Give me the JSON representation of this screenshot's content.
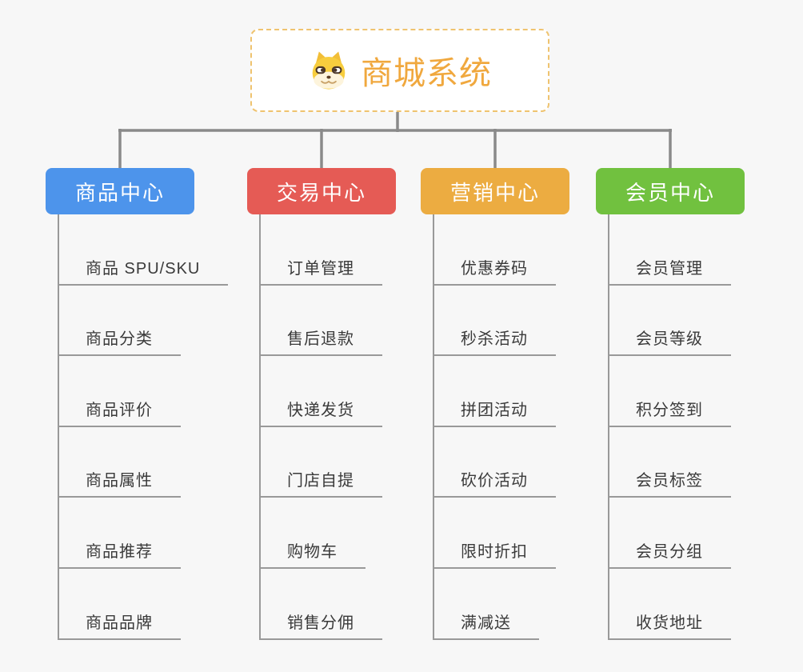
{
  "page": {
    "background": "#f7f7f7"
  },
  "root": {
    "title": "商城系统",
    "icon": "doge-icon",
    "title_color": "#F0A83E",
    "border_color": "#EFC36F"
  },
  "branches": [
    {
      "label": "商品中心",
      "color": "#4D94EB",
      "children": [
        "商品 SPU/SKU",
        "商品分类",
        "商品评价",
        "商品属性",
        "商品推荐",
        "商品品牌"
      ]
    },
    {
      "label": "交易中心",
      "color": "#E55B55",
      "children": [
        "订单管理",
        "售后退款",
        "快递发货",
        "门店自提",
        "购物车",
        "销售分佣"
      ]
    },
    {
      "label": "营销中心",
      "color": "#ECAC41",
      "children": [
        "优惠券码",
        "秒杀活动",
        "拼团活动",
        "砍价活动",
        "限时折扣",
        "满减送"
      ]
    },
    {
      "label": "会员中心",
      "color": "#71C13F",
      "children": [
        "会员管理",
        "会员等级",
        "积分签到",
        "会员标签",
        "会员分组",
        "收货地址"
      ]
    }
  ],
  "lines": {
    "connector": "#8A8A8A",
    "leaf": "#999999"
  },
  "leaf_text_color": "#3A3A3A"
}
